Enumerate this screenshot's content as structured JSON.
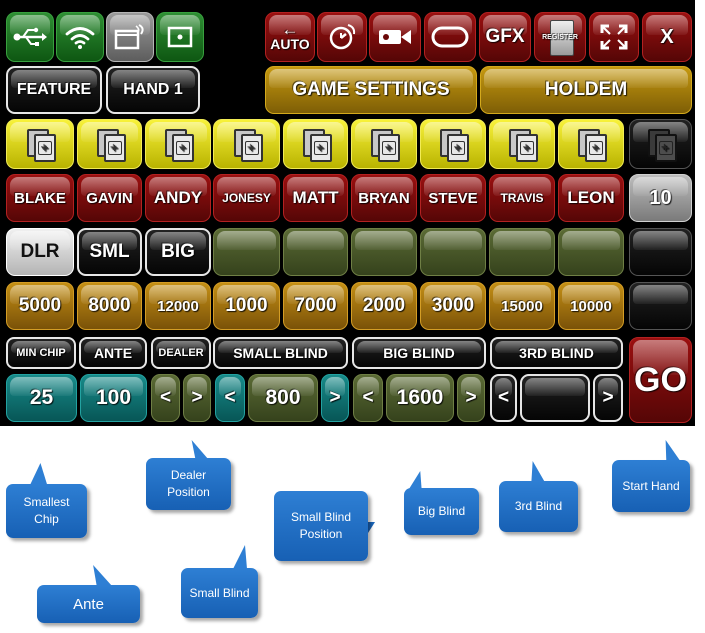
{
  "toolbar": {
    "usb_icon": "usb-icon",
    "wifi_icon": "wifi-icon",
    "window_icon": "window-edit-icon",
    "record_icon": "record-square-icon",
    "auto_arrow": "←",
    "auto_label": "AUTO",
    "timer_icon": "stopwatch-icon",
    "camera_icon": "video-camera-icon",
    "oval_icon": "oval-icon",
    "gfx_label": "GFX",
    "register_label": "REGISTER",
    "fullscreen_icon": "fullscreen-icon",
    "close_label": "X"
  },
  "tabs": {
    "feature": "FEATURE",
    "hand": "HAND 1",
    "game_settings": "GAME SETTINGS",
    "game_type": "HOLDEM"
  },
  "card_icon": "add-card-icon",
  "players": [
    "BLAKE",
    "GAVIN",
    "ANDY",
    "JONESY",
    "MATT",
    "BRYAN",
    "STEVE",
    "TRAVIS",
    "LEON"
  ],
  "player_count": "10",
  "positions": {
    "dealer": "DLR",
    "small": "SML",
    "big": "BIG"
  },
  "stacks": [
    "5000",
    "8000",
    "12000",
    "1000",
    "7000",
    "2000",
    "3000",
    "15000",
    "10000"
  ],
  "labels": {
    "min_chip": "MIN CHIP",
    "ante": "ANTE",
    "dealer": "DEALER",
    "small_blind": "SMALL BLIND",
    "big_blind": "BIG BLIND",
    "third_blind": "3RD BLIND"
  },
  "values": {
    "min_chip": "25",
    "ante": "100",
    "small_blind": "800",
    "big_blind": "1600",
    "third_blind": ""
  },
  "arrows": {
    "left": "<",
    "right": ">"
  },
  "go_label": "GO",
  "callouts": {
    "smallest_chip": "Smallest Chip",
    "dealer_position": "Dealer Position",
    "small_blind_position": "Small Blind Position",
    "big_blind": "Big Blind",
    "third_blind": "3rd Blind",
    "start_hand": "Start Hand",
    "ante": "Ante",
    "small_blind": "Small Blind"
  },
  "colors": {
    "green": "#1a7a1f",
    "maroon": "#7a0a0a",
    "gold": "#b8890d",
    "yellow": "#eee52a",
    "olive": "#4c5a2b",
    "teal": "#137473",
    "callout_blue": "#1f6fc8"
  }
}
